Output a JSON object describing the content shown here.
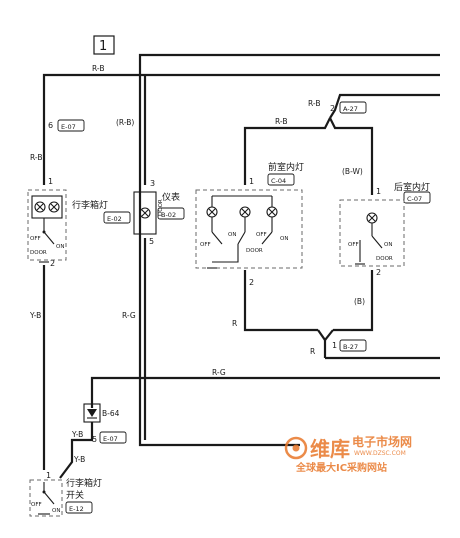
{
  "sheet_number": "1",
  "wire_labels": {
    "rb_top": "R-B",
    "rb_left": "R-B",
    "rb_meter": "(R-B)",
    "rb_branch": "R-B",
    "rb_front": "R-B",
    "bw_rear": "(B-W)",
    "yb_left": "Y-B",
    "rg_meter": "R-G",
    "r_front": "R",
    "b_rear": "(B)",
    "r_bottom": "R",
    "rg_low": "R-G",
    "yb_low1": "Y-B",
    "yb_low2": "Y-B"
  },
  "connectors": {
    "e07_top": "E-07",
    "e02": "E-02",
    "b02": "B-02",
    "c04": "C-04",
    "c07": "C-07",
    "a27": "A-27",
    "b27": "B-27",
    "b64": "B-64",
    "e07_low": "E-07",
    "e12": "E-12"
  },
  "components": {
    "trunk_lamp": "行李箱灯",
    "meter": "仪表",
    "front_room_lamp": "前室内灯",
    "rear_room_lamp": "后室内灯",
    "trunk_switch_line1": "行李箱灯",
    "trunk_switch_line2": "开关"
  },
  "pins": {
    "p6": "6",
    "p1_trunk": "1",
    "p2_trunk": "2",
    "p3_meter": "3",
    "p5_meter": "5",
    "p1_front": "1",
    "p2_front": "2",
    "p2_a27": "2",
    "p1_rear": "1",
    "p2_rear": "2",
    "p1_b27": "1",
    "p5_e07": "5",
    "p1_switch": "1"
  },
  "switch_marks": {
    "off": "OFF",
    "on": "ON",
    "door": "DOOR"
  },
  "watermark": {
    "brand": "维库",
    "tagline": "电子市场网",
    "site": "WWW.DZSC.COM",
    "slogan": "全球最大IC采购网站"
  }
}
